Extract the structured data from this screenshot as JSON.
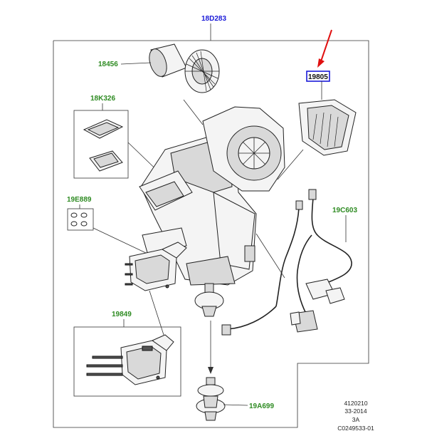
{
  "title_part": "18D283",
  "callouts": {
    "blower_motor": "18456",
    "seal_kit": "18K326",
    "o_rings": "19E889",
    "temp_sensor_box": "19849",
    "wiring_harness": "19C603",
    "highlighted": "19805",
    "drain_valve": "19A699"
  },
  "footer": {
    "line1": "4120210",
    "line2": "33-2014",
    "line3": "3A",
    "line4": "C0249533-01"
  },
  "colors": {
    "callout_green": "#2e8b22",
    "title_blue": "#1a1ad8",
    "highlight_box": "#1a1ad8",
    "arrow_red": "#e01010"
  }
}
